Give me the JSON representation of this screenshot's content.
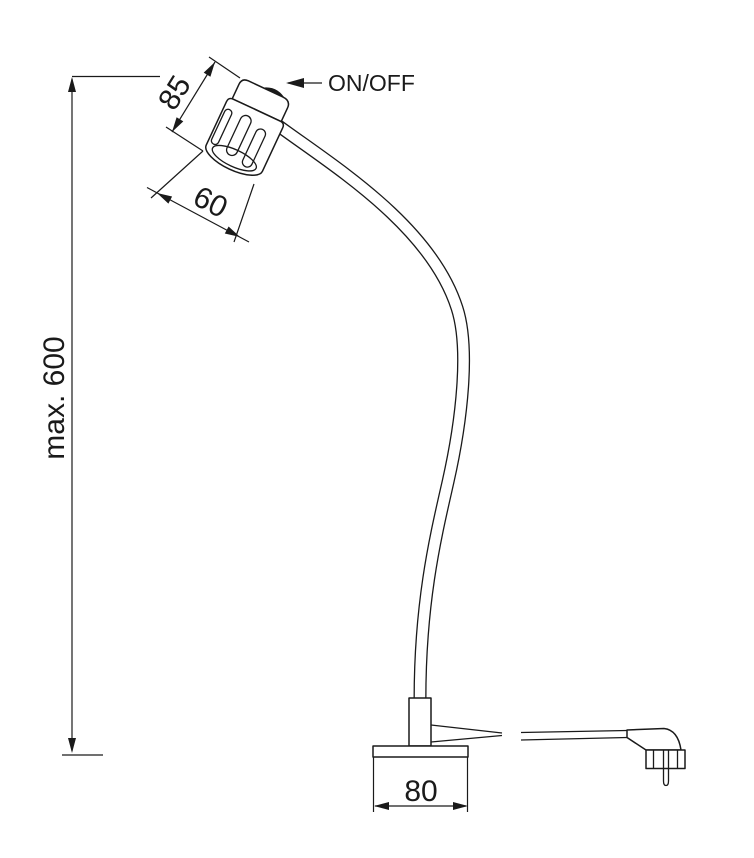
{
  "document": {
    "type": "technical-drawing",
    "subject": "Flexible gooseneck work lamp, dimensioned outline drawing"
  },
  "colors": {
    "line": "#1a1a1a",
    "background": "#ffffff"
  },
  "labels": {
    "max_height": "max. 600",
    "head_length": "85",
    "head_diameter": "60",
    "base_width": "80",
    "switch": "ON/OFF"
  },
  "parts": {
    "lamp_head": "lamp head with vent slots",
    "switch_button": "on/off push button on head cap",
    "gooseneck_arm": "flexible gooseneck arm",
    "mount_stem": "mounting stem",
    "base_plate": "base plate",
    "power_cable": "power cable",
    "power_plug": "mains plug with earth pin"
  }
}
